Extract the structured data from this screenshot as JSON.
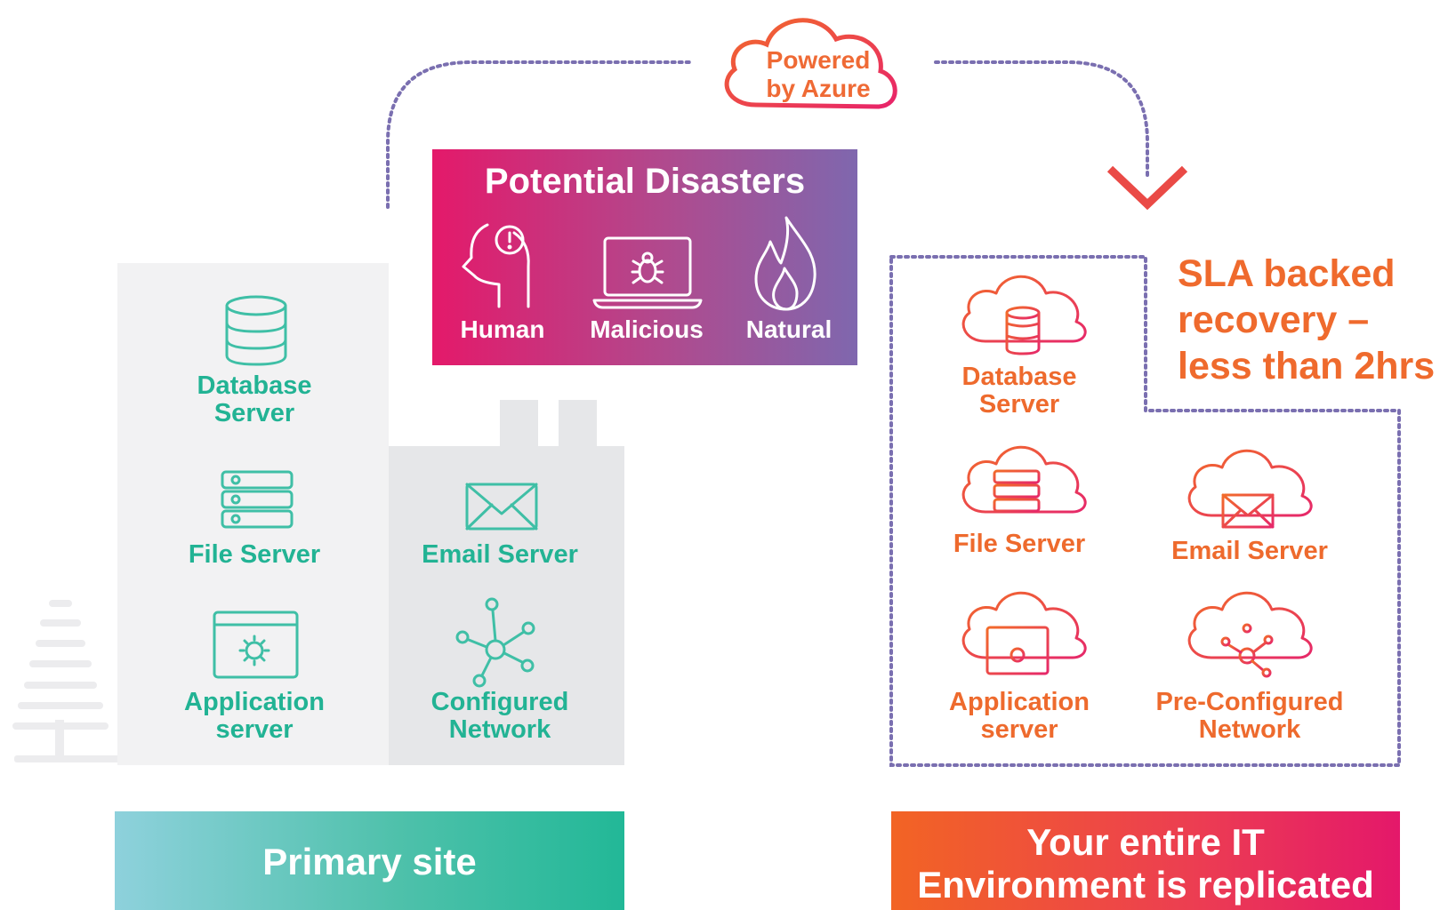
{
  "cloud_badge": {
    "text": "Powered\nby Azure"
  },
  "disasters": {
    "title": "Potential Disasters",
    "items": [
      {
        "label": "Human",
        "icon": "human-head-alert-icon"
      },
      {
        "label": "Malicious",
        "icon": "laptop-bug-icon"
      },
      {
        "label": "Natural",
        "icon": "flame-icon"
      }
    ]
  },
  "primary_site": {
    "banner": "Primary site",
    "servers": {
      "database": "Database\nServer",
      "file": "File Server",
      "application": "Application\nserver",
      "email": "Email Server",
      "network": "Configured\nNetwork"
    }
  },
  "replica_site": {
    "sla": "SLA backed\nrecovery –\nless than 2hrs",
    "banner": "Your entire IT\nEnvironment is replicated",
    "servers": {
      "database": "Database\nServer",
      "file": "File Server",
      "email": "Email Server",
      "application": "Application\nserver",
      "network": "Pre-Configured\nNetwork"
    }
  },
  "colors": {
    "teal": "#22b394",
    "orange": "#ee6a2d",
    "magenta": "#e4196a",
    "purple": "#7f67ae",
    "dotted_line": "#7a6fb0"
  }
}
